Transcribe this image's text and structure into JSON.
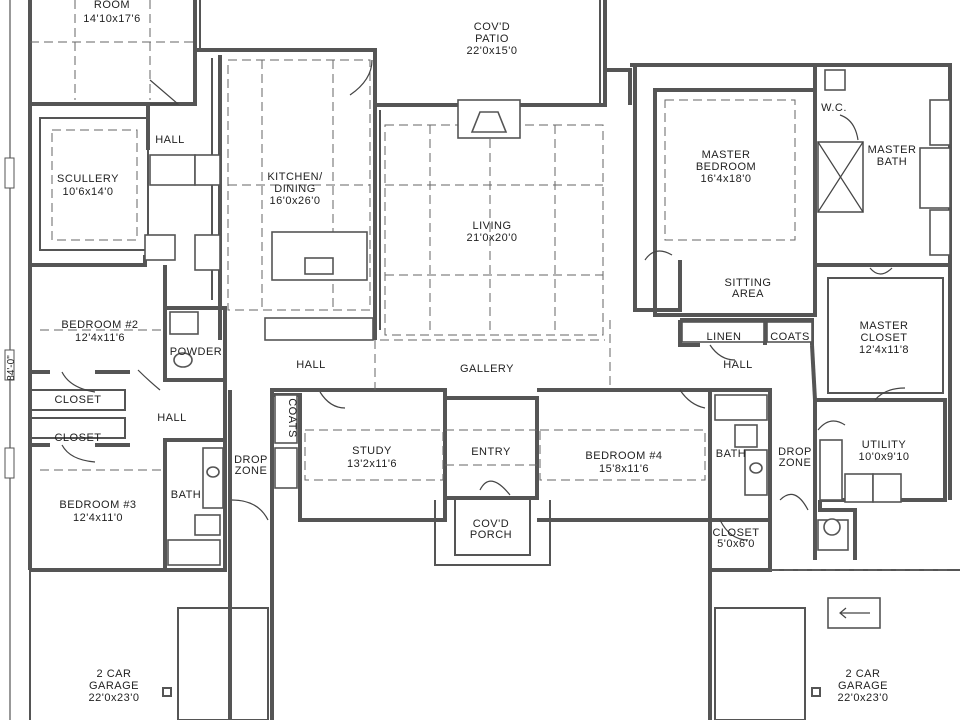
{
  "rooms": {
    "top_room_name": "ROOM",
    "top_room_size": "14'10x17'6",
    "patio_name_1": "COV'D",
    "patio_name_2": "PATIO",
    "patio_size": "22'0x15'0",
    "hall_top": "HALL",
    "scullery_name": "SCULLERY",
    "scullery_size": "10'6x14'0",
    "kitchen_name_1": "KITCHEN/",
    "kitchen_name_2": "DINING",
    "kitchen_size": "16'0x26'0",
    "living_name": "LIVING",
    "living_size": "21'0x20'0",
    "master_bed_name_1": "MASTER",
    "master_bed_name_2": "BEDROOM",
    "master_bed_size": "16'4x18'0",
    "wc": "W.C.",
    "master_bath_1": "MASTER",
    "master_bath_2": "BATH",
    "sitting_1": "SITTING",
    "sitting_2": "AREA",
    "master_closet_1": "MASTER",
    "master_closet_2": "CLOSET",
    "master_closet_size": "12'4x11'8",
    "bed2_name": "BEDROOM #2",
    "bed2_size": "12'4x11'6",
    "powder": "POWDER",
    "hall_mid": "HALL",
    "gallery": "GALLERY",
    "linen": "LINEN",
    "coats_right": "COATS",
    "hall_right": "HALL",
    "closet_1": "CLOSET",
    "closet_2": "CLOSET",
    "hall_left": "HALL",
    "coats_left": "COATS",
    "drop_zone_left_1": "DROP",
    "drop_zone_left_2": "ZONE",
    "study_name": "STUDY",
    "study_size": "13'2x11'6",
    "entry": "ENTRY",
    "bed4_name": "BEDROOM #4",
    "bed4_size": "15'8x11'6",
    "bath_right": "BATH",
    "drop_zone_right_1": "DROP",
    "drop_zone_right_2": "ZONE",
    "utility_name": "UTILITY",
    "utility_size": "10'0x9'10",
    "bed3_name": "BEDROOM #3",
    "bed3_size": "12'4x11'0",
    "bath_left": "BATH",
    "porch_1": "COV'D",
    "porch_2": "PORCH",
    "closet_small": "CLOSET",
    "closet_small_size": "5'0x6'0",
    "garage_left_1": "2 CAR",
    "garage_left_2": "GARAGE",
    "garage_left_size": "22'0x23'0",
    "garage_right_1": "2 CAR",
    "garage_right_2": "GARAGE",
    "garage_right_size": "22'0x23'0"
  },
  "dimensions": {
    "overall_depth": "84'-0\""
  },
  "colors": {
    "wall": "#555555",
    "line": "#666666",
    "background": "#ffffff"
  }
}
